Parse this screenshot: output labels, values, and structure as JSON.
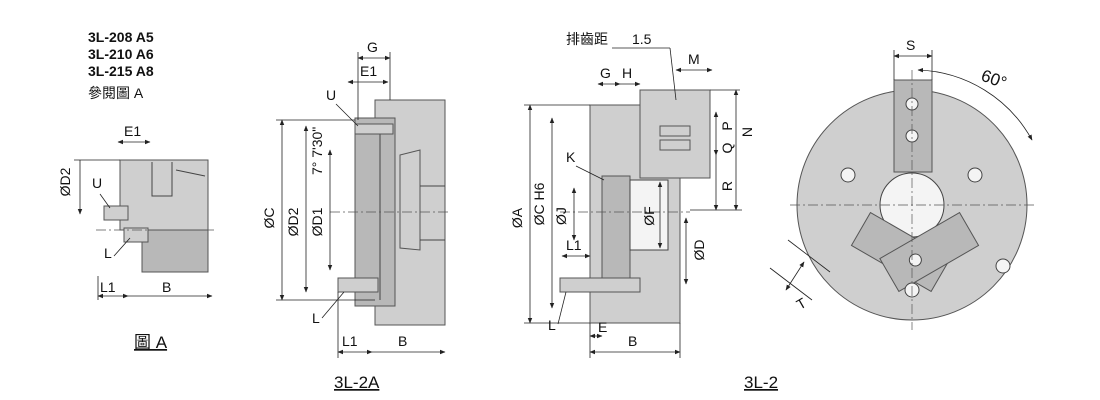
{
  "header": {
    "models": [
      "3L-208 A5",
      "3L-210 A6",
      "3L-215 A8"
    ],
    "reference": "參閱圖 A"
  },
  "figure_a": {
    "caption": "圖 A",
    "labels": {
      "d2": "ØD2",
      "e1": "E1",
      "u": "U",
      "l": "L",
      "l1": "L1",
      "b": "B"
    }
  },
  "figure_2a": {
    "caption": "3L-2A",
    "labels": {
      "g": "G",
      "e1": "E1",
      "u": "U",
      "angle": "7° 7'30\"",
      "c": "ØC",
      "d2": "ØD2",
      "d1": "ØD1",
      "l": "L",
      "l1": "L1",
      "b": "B"
    }
  },
  "figure_2": {
    "caption": "3L-2",
    "labels": {
      "chip": "排齒距",
      "pitch": "1.5",
      "m": "M",
      "g": "G",
      "h": "H",
      "k": "K",
      "q": "Q",
      "p": "P",
      "n": "N",
      "r": "R",
      "a": "ØA",
      "c": "ØC H6",
      "j": "ØJ",
      "f": "ØF",
      "d": "ØD",
      "l1": "L1",
      "l": "L",
      "e": "E",
      "b": "B"
    }
  },
  "front_view": {
    "labels": {
      "s": "S",
      "angle": "60°",
      "t": "T"
    }
  },
  "colors": {
    "body": "#cfcfcf",
    "body_dark": "#b8b8b8",
    "line": "#444444"
  }
}
